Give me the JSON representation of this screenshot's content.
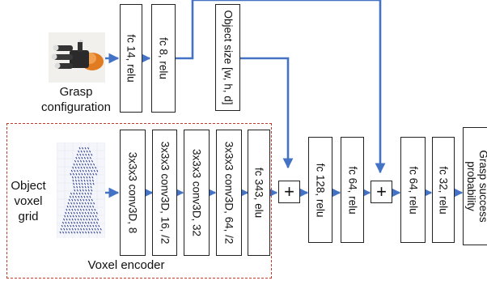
{
  "grasp": {
    "caption_line1": "Grasp",
    "caption_line2": "configuration",
    "fc1": "fc 14, relu",
    "fc2": "fc 8, relu"
  },
  "object_size": {
    "label": "Object size [w, h, d]"
  },
  "voxel": {
    "caption_line1": "Object",
    "caption_line2": "voxel",
    "caption_line3": "grid",
    "conv1": "3x3x3 conv3D, 8",
    "conv2": "3x3x3 conv3D, 16, /2",
    "conv3": "3x3x3 conv3D, 32",
    "conv4": "3x3x3 conv3D, 64, /2",
    "fc": "fc 343, elu",
    "encoder_label": "Voxel encoder"
  },
  "merge1": {
    "plus": "+",
    "fc1": "fc 128, relu",
    "fc2": "fc 64, relu"
  },
  "merge2": {
    "plus": "+",
    "fc1": "fc 64, relu",
    "fc2": "fc 32, relu"
  },
  "output": {
    "line1": "Grasp success",
    "line2": "probability"
  },
  "colors": {
    "arrow": "#4472c4",
    "box_border": "#222222",
    "encoder_frame": "#c0392b"
  }
}
